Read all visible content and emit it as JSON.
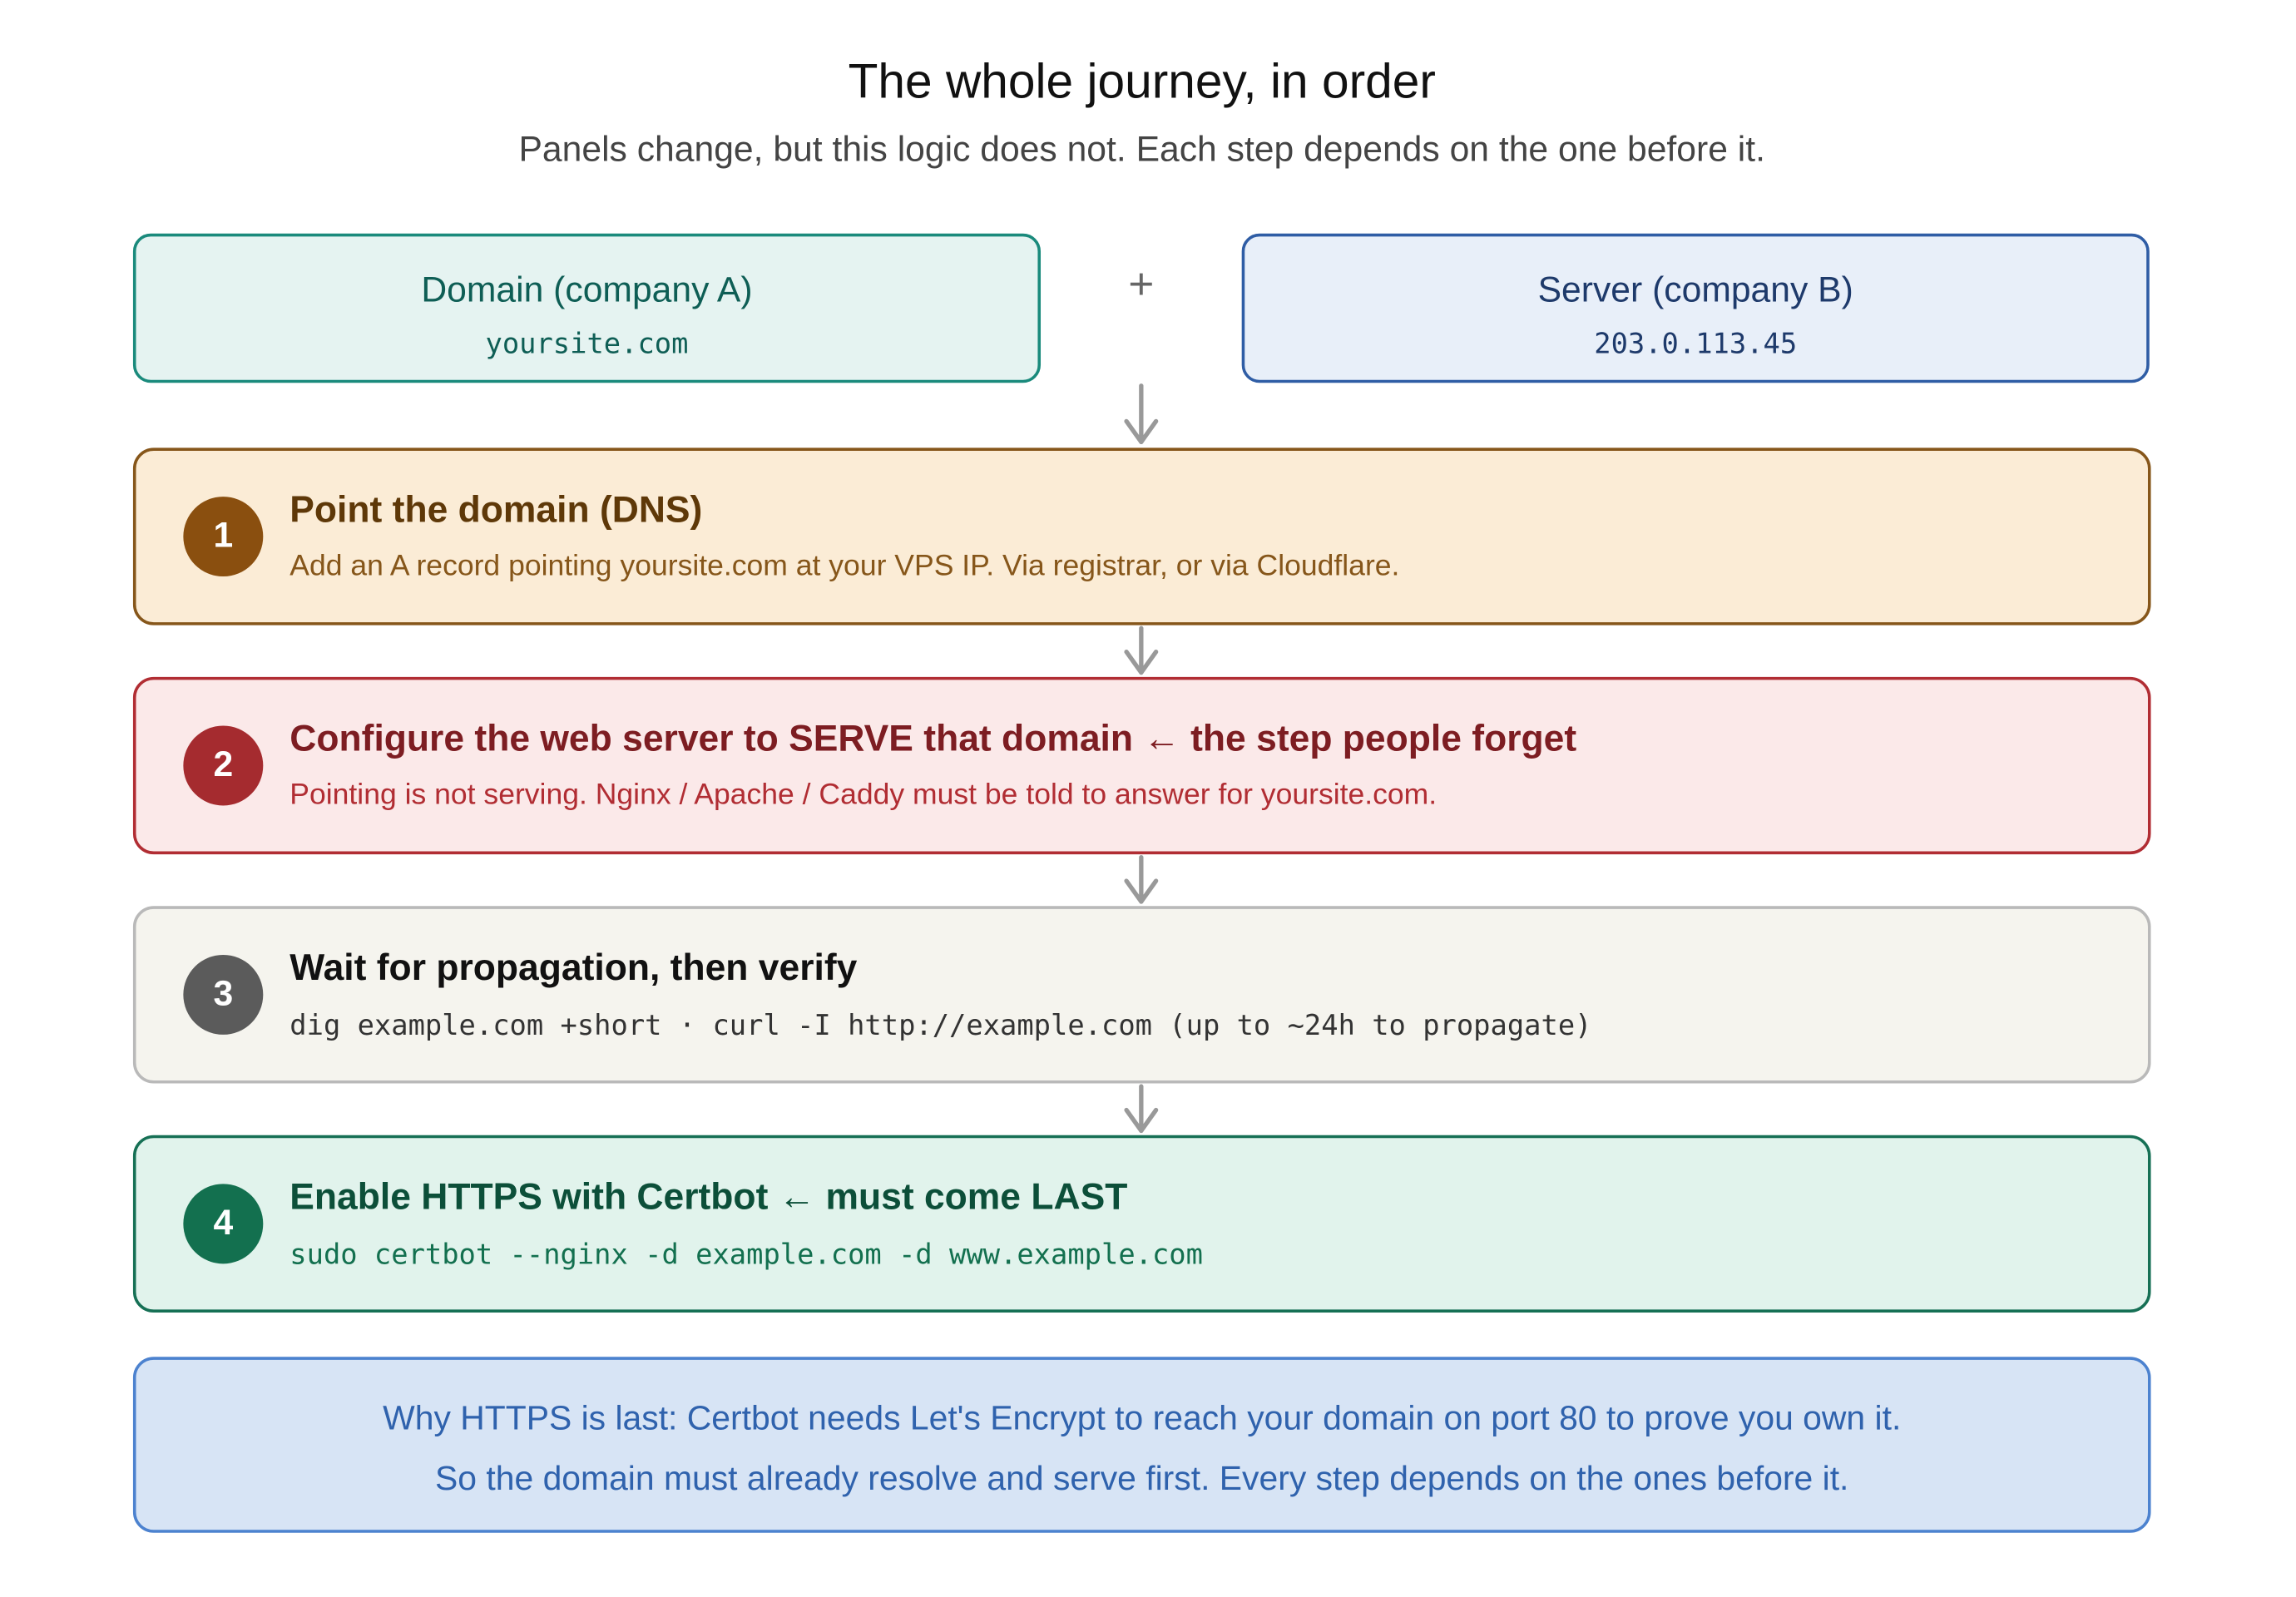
{
  "header": {
    "title": "The whole journey, in order",
    "subtitle": "Panels change, but this logic does not. Each step depends on the one before it."
  },
  "inputs": {
    "domain": {
      "label": "Domain (company A)",
      "value": "yoursite.com"
    },
    "joiner": "+",
    "server": {
      "label": "Server (company B)",
      "value": "203.0.113.45"
    }
  },
  "steps": [
    {
      "number": "1",
      "heading": "Point the domain (DNS)",
      "description": "Add an A record pointing yoursite.com at your VPS IP. Via registrar, or via Cloudflare."
    },
    {
      "number": "2",
      "heading": "Configure the web server to SERVE that domain ← the step people forget",
      "description": "Pointing is not serving. Nginx / Apache / Caddy must be told to answer for yoursite.com."
    },
    {
      "number": "3",
      "heading": "Wait for propagation, then verify",
      "description": "dig example.com +short · curl -I http://example.com (up to ~24h to propagate)"
    },
    {
      "number": "4",
      "heading": "Enable HTTPS with Certbot ← must come LAST",
      "description": "sudo certbot --nginx -d example.com -d www.example.com"
    }
  ],
  "note": {
    "line1": "Why HTTPS is last: Certbot needs Let's Encrypt to reach your domain on port 80 to prove you own it.",
    "line2": "So the domain must already resolve and serve first. Every step depends on the ones before it."
  },
  "colors": {
    "domain_accent": "#1a8a7c",
    "server_accent": "#2f5da5",
    "step1_accent": "#8a4f0f",
    "step2_accent": "#a52b2f",
    "step3_accent": "#5b5b5b",
    "step4_accent": "#13704f",
    "note_accent": "#4c82cf",
    "connector": "#999999"
  }
}
